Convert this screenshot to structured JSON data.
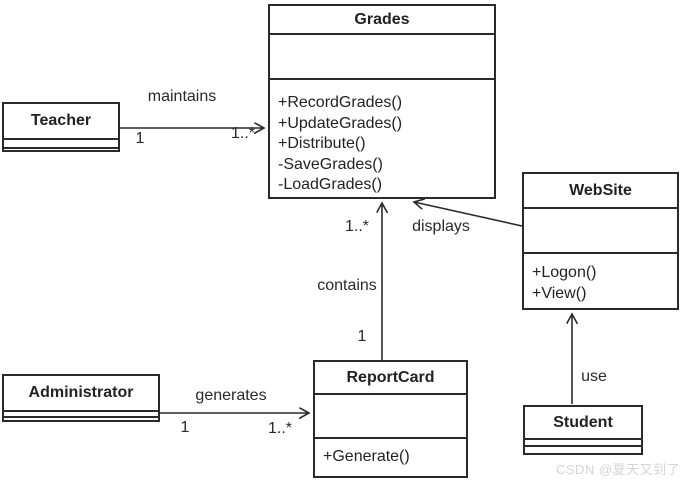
{
  "diagram": {
    "title": "Grades UML class diagram",
    "colors": {
      "line": "#2a2a2a",
      "background": "#ffffff",
      "text": "#2a2a2a",
      "watermark": "#d5d5d5"
    },
    "classes": {
      "grades": {
        "name": "Grades",
        "attributes": [],
        "methods": [
          "+RecordGrades()",
          "+UpdateGrades()",
          "+Distribute()",
          "-SaveGrades()",
          "-LoadGrades()"
        ]
      },
      "teacher": {
        "name": "Teacher",
        "attributes": [],
        "methods": []
      },
      "website": {
        "name": "WebSite",
        "attributes": [],
        "methods": [
          "+Logon()",
          "+View()"
        ]
      },
      "reportcard": {
        "name": "ReportCard",
        "attributes": [],
        "methods": [
          "+Generate()"
        ]
      },
      "administrator": {
        "name": "Administrator",
        "attributes": [],
        "methods": []
      },
      "student": {
        "name": "Student",
        "attributes": [],
        "methods": []
      }
    },
    "relationships": {
      "maintains": {
        "label": "maintains",
        "from": "Teacher",
        "to": "Grades",
        "source_multiplicity": "1",
        "target_multiplicity": "1..*"
      },
      "generates": {
        "label": "generates",
        "from": "Administrator",
        "to": "ReportCard",
        "source_multiplicity": "1",
        "target_multiplicity": "1..*"
      },
      "contains": {
        "label": "contains",
        "from": "ReportCard",
        "to": "Grades",
        "source_multiplicity": "1",
        "target_multiplicity": "1..*"
      },
      "displays": {
        "label": "displays",
        "from": "WebSite",
        "to": "Grades"
      },
      "use": {
        "label": "use",
        "from": "Student",
        "to": "WebSite"
      }
    },
    "watermark": "CSDN @夏天又到了"
  }
}
